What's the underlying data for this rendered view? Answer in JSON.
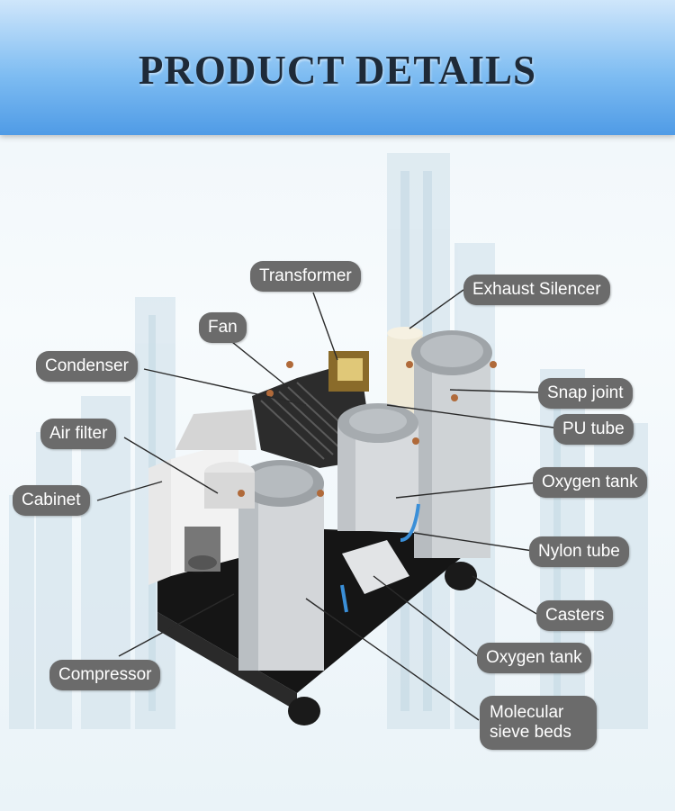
{
  "banner": {
    "title": "PRODUCT DETAILS"
  },
  "callouts": {
    "transformer": "Transformer",
    "exhaust_silencer": "Exhaust Silencer",
    "fan": "Fan",
    "condenser": "Condenser",
    "snap_joint": "Snap joint",
    "air_filter": "Air filter",
    "pu_tube": "PU tube",
    "cabinet": "Cabinet",
    "oxygen_tank_upper": "Oxygen tank",
    "nylon_tube": "Nylon tube",
    "casters": "Casters",
    "oxygen_tank_lower": "Oxygen tank",
    "compressor": "Compressor",
    "molecular_sieve_beds": "Molecular sieve beds"
  },
  "colors": {
    "callout_bg": "#6b6b6b",
    "banner_top": "#cfe6fb",
    "banner_bottom": "#4f9be6"
  }
}
